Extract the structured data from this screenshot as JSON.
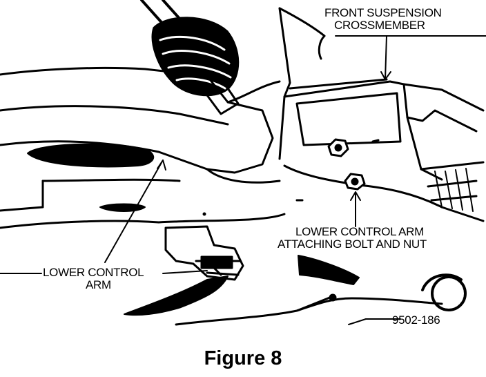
{
  "labels": {
    "front_suspension_crossmember": [
      "FRONT SUSPENSION",
      "CROSSMEMBER"
    ],
    "lower_control_arm_bolt_nut": [
      "LOWER CONTROL ARM",
      "ATTACHING BOLT AND NUT"
    ],
    "lower_control_arm": [
      "LOWER CONTROL",
      "ARM"
    ],
    "figure_code": "9502-186"
  },
  "caption": "Figure 8",
  "colors": {
    "ink": "#000000",
    "paper": "#ffffff"
  }
}
